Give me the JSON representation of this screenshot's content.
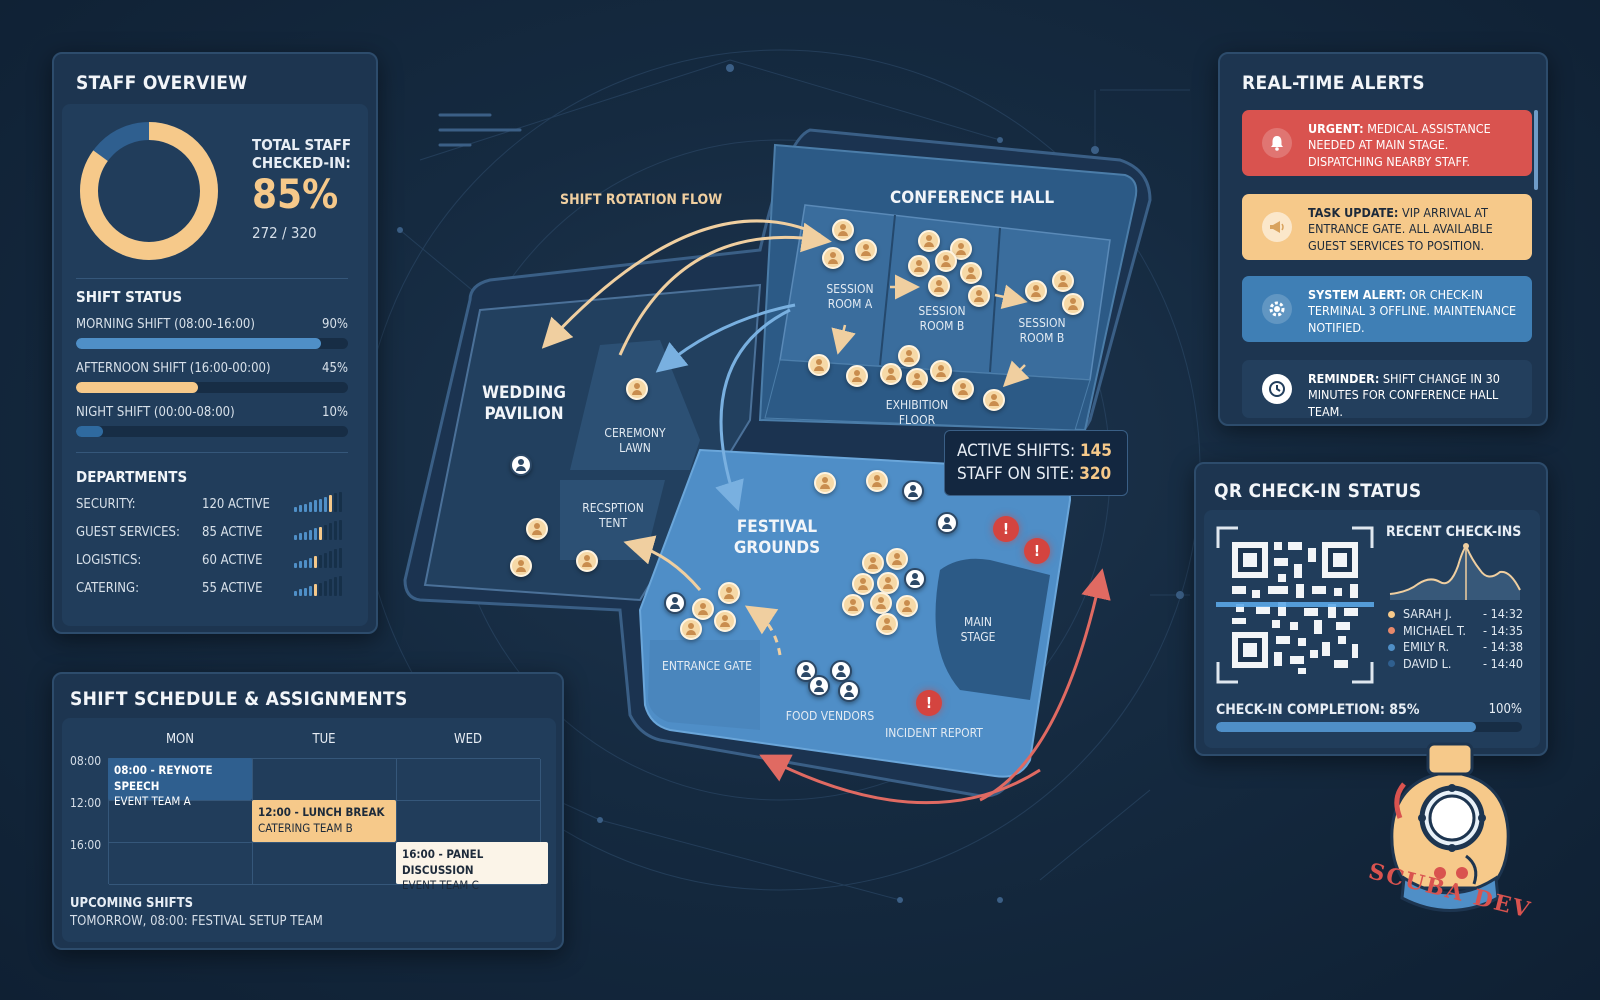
{
  "staff_overview": {
    "title": "STAFF OVERVIEW",
    "total_label_line1": "TOTAL STAFF",
    "total_label_line2": "CHECKED-IN:",
    "percent": "85%",
    "percent_value": 0.85,
    "count": "272 / 320",
    "shift_status_title": "SHIFT STATUS",
    "shifts": [
      {
        "label": "MORNING SHIFT (08:00-16:00)",
        "value": "90%",
        "fraction": 0.9,
        "color": "#4f8fc7"
      },
      {
        "label": "AFTERNOON SHIFT (16:00-00:00)",
        "value": "45%",
        "fraction": 0.45,
        "color": "#f6c98a"
      },
      {
        "label": "NIGHT SHIFT (00:00-08:00)",
        "value": "10%",
        "fraction": 0.1,
        "color": "#2f6a9f"
      }
    ],
    "departments_title": "DEPARTMENTS",
    "departments": [
      {
        "label": "SECURITY:",
        "value": "120 ACTIVE",
        "level": 8
      },
      {
        "label": "GUEST SERVICES:",
        "value": "85 ACTIVE",
        "level": 6
      },
      {
        "label": "LOGISTICS:",
        "value": "60 ACTIVE",
        "level": 5
      },
      {
        "label": "CATERING:",
        "value": "55 ACTIVE",
        "level": 5
      }
    ]
  },
  "schedule": {
    "title": "SHIFT SCHEDULE & ASSIGNMENTS",
    "days": [
      "MON",
      "TUE",
      "WED"
    ],
    "times": [
      "08:00",
      "12:00",
      "16:00"
    ],
    "events": [
      {
        "title": "08:00 - REYNOTE SPEECH",
        "team": "EVENT TEAM A",
        "day": 0,
        "slot": 0,
        "color": "#2f5f8f",
        "text": "#ffffff"
      },
      {
        "title": "12:00 - LUNCH BREAK",
        "team": "CATERING TEAM B",
        "day": 1,
        "slot": 1,
        "color": "#f6c98a",
        "text": "#1d2a3a"
      },
      {
        "title": "16:00 - PANEL DISCUSSION",
        "team": "EVENT TEAM C",
        "day": 2,
        "slot": 2,
        "color": "#fbf4e8",
        "text": "#1d2a3a"
      }
    ],
    "upcoming_title": "UPCOMING SHIFTS",
    "upcoming_text": "TOMORROW, 08:00: FESTIVAL SETUP TEAM"
  },
  "map": {
    "shift_rotation_label": "SHIFT ROTATION FLOW",
    "conference_hall": "CONFERENCE HALL",
    "session_rooms": [
      "SESSION\nROOM A",
      "SESSION\nROOM B",
      "SESSION\nROOM B"
    ],
    "exhibition_floor": "EXHIBITION\nFLOOR",
    "wedding_pavilion": "WEDDING\nPAVILION",
    "ceremony_lawn": "CEREMONY\nLAWN",
    "reception_tent": "RECSPTION\nTENT",
    "festival_grounds": "FESTIVAL\nGROUNDS",
    "entrance_gate": "ENTRANCE GATE",
    "food_vendors": "FOOD VENDORS",
    "incident_report": "INCIDENT REPORT",
    "main_stage": "MAIN\nSTAGE",
    "stats": {
      "active_label": "ACTIVE SHIFTS:",
      "active_value": "145",
      "staff_label": "STAFF ON SITE:",
      "staff_value": "320"
    }
  },
  "alerts": {
    "title": "REAL-TIME ALERTS",
    "items": [
      {
        "kind": "URGENT:",
        "text": "MEDICAL ASSISTANCE NEEDED AT MAIN STAGE. DISPATCHING NEARBY STAFF.",
        "bg": "#d9534f",
        "fg": "#ffffff",
        "icon": "bell-icon",
        "glyph": "🔔"
      },
      {
        "kind": "TASK UPDATE:",
        "text": "VIP ARRIVAL AT ENTRANCE GATE. ALL AVAILABLE GUEST SERVICES TO POSITION.",
        "bg": "#f6c98a",
        "fg": "#1d2a3a",
        "icon": "megaphone-icon",
        "glyph": "📣"
      },
      {
        "kind": "SYSTEM ALERT:",
        "text": "OR CHECK-IN TERMINAL 3 OFFLINE. MAINTENANCE NOTIFIED.",
        "bg": "#3f7fb5",
        "fg": "#ffffff",
        "icon": "gear-icon",
        "glyph": "⚙"
      },
      {
        "kind": "REMINDER:",
        "text": "SHIFT CHANGE IN 30 MINUTES FOR CONFERENCE HALL TEAM.",
        "bg": "#233f5d",
        "fg": "#ffffff",
        "icon": "clock-icon",
        "glyph": "🕓"
      }
    ]
  },
  "qr": {
    "title": "QR CHECK-IN STATUS",
    "recent_title": "RECENT CHECK-INS",
    "checkins": [
      {
        "name": "SARAH J.",
        "time": "- 14:32",
        "color": "#f6c98a"
      },
      {
        "name": "MICHAEL T.",
        "time": "- 14:35",
        "color": "#e8896b"
      },
      {
        "name": "EMILY R.",
        "time": "- 14:38",
        "color": "#4f8fc7"
      },
      {
        "name": "DAVID L.",
        "time": "- 14:40",
        "color": "#2f5f8f"
      }
    ],
    "completion_label": "CHECK-IN COMPLETION: 85%",
    "completion_max": "100%",
    "completion_fraction": 0.85
  },
  "logo": {
    "text": "SCUBA DEV"
  }
}
